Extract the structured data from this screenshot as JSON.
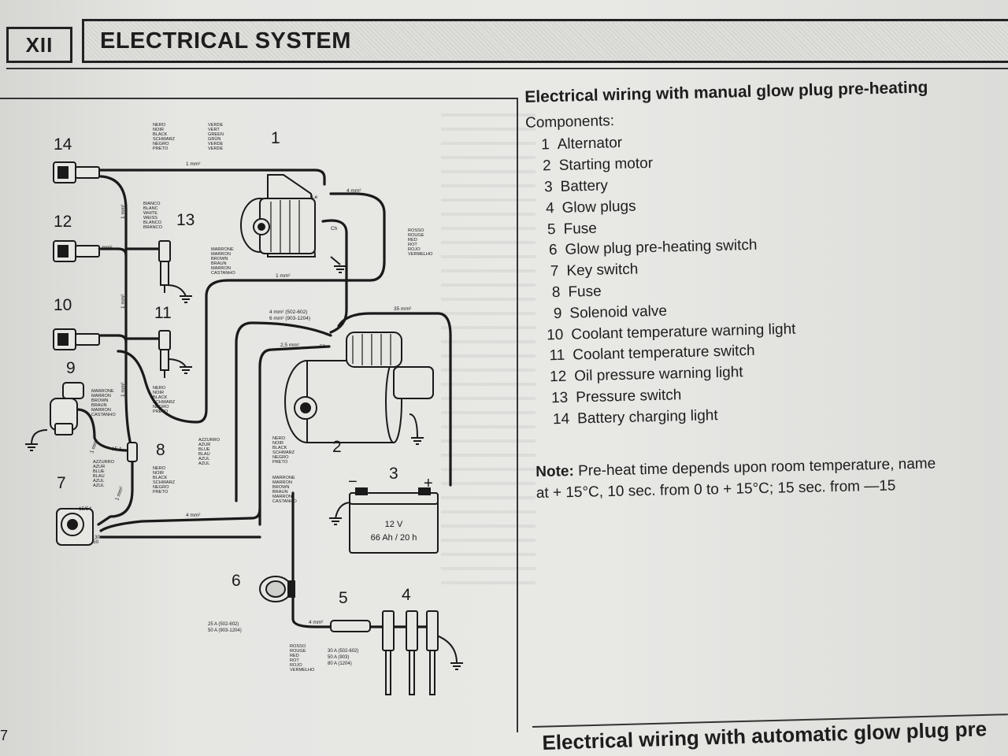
{
  "header": {
    "chapter": "XII",
    "title": "ELECTRICAL SYSTEM"
  },
  "legend": {
    "title": "Electrical wiring with manual glow plug pre-heating",
    "components_heading": "Components:",
    "components": [
      {
        "num": "1",
        "label": "Alternator"
      },
      {
        "num": "2",
        "label": "Starting motor"
      },
      {
        "num": "3",
        "label": "Battery"
      },
      {
        "num": "4",
        "label": "Glow plugs"
      },
      {
        "num": "5",
        "label": "Fuse"
      },
      {
        "num": "6",
        "label": "Glow plug pre-heating switch"
      },
      {
        "num": "7",
        "label": "Key switch"
      },
      {
        "num": "8",
        "label": "Fuse"
      },
      {
        "num": "9",
        "label": "Solenoid valve"
      },
      {
        "num": "10",
        "label": "Coolant temperature warning light"
      },
      {
        "num": "11",
        "label": "Coolant temperature switch"
      },
      {
        "num": "12",
        "label": "Oil pressure warning light"
      },
      {
        "num": "13",
        "label": "Pressure switch"
      },
      {
        "num": "14",
        "label": "Battery charging light"
      }
    ]
  },
  "note": {
    "label": "Note:",
    "line1": "Pre-heat time depends upon room temperature, name",
    "line2": "at  + 15°C, 10 sec. from 0 to  + 15°C; 15 sec. from —15"
  },
  "bottom_text": "Electrical wiring with automatic glow plug pre",
  "page_number": "7",
  "diagram": {
    "component_numbers": [
      "14",
      "12",
      "13",
      "10",
      "11",
      "9",
      "8",
      "7",
      "1",
      "2",
      "3",
      "6",
      "5",
      "4"
    ],
    "battery": {
      "minus": "−",
      "plus": "+",
      "voltage": "12 V",
      "capacity": "66 Ah / 20 h"
    },
    "wire_sizes": {
      "w1": "1 mm²",
      "w2": "1 mm²",
      "w3": "1 mm²",
      "w4": "1 mm²",
      "w5": "1 mm²",
      "w6": "4 mm²",
      "w7": "1 mm²",
      "w8": "2,5 mm²",
      "w9": "35 mm²",
      "w10": "4 mm²",
      "w11": "4 mm²",
      "w12": "1 mm²",
      "w13": "1 mm²",
      "w14": "4 mm²",
      "w15_a": "4 mm² (502-602)",
      "w15_b": "6 mm² (903-1204)"
    },
    "terminals": {
      "le": "Le",
      "ch": "Ch",
      "t50": "50",
      "t30": "30",
      "t1554": "15/54",
      "t50b": "50",
      "t15a": "15 A"
    },
    "fuse_ratings_6": [
      "25 A (502-602)",
      "50 A (903-1204)"
    ],
    "fuse_ratings_5": [
      "30 A (502-602)",
      "50 A (903)",
      "80 A (1204)"
    ],
    "color_labels": {
      "black": [
        "NERO",
        "NOIR",
        "BLACK",
        "SCHWARZ",
        "NEGRO",
        "PRETO"
      ],
      "green": [
        "VERDE",
        "VERT",
        "GREEN",
        "GRÜN",
        "VERDE",
        "VERDE"
      ],
      "white": [
        "BIANCO",
        "BLANC",
        "WHITE",
        "WEISS",
        "BLANCO",
        "BRANCO"
      ],
      "brown_top": [
        "MARRONE",
        "MARRON",
        "BROWN",
        "BRAUN",
        "MARRON",
        "CASTANHO"
      ],
      "red_top": [
        "ROSSO",
        "ROUGE",
        "RED",
        "ROT",
        "ROJO",
        "VERMELHO"
      ],
      "brown_left": [
        "MARRONE",
        "MARRON",
        "BROWN",
        "BRAUN",
        "MARRON",
        "CASTANHO"
      ],
      "black_left": [
        "NERO",
        "NOIR",
        "BLACK",
        "SCHWARZ",
        "NEGRO",
        "PRETO"
      ],
      "blue_mid": [
        "AZZURRO",
        "AZUR",
        "BLUE",
        "BLAU",
        "AZUL",
        "AZUL"
      ],
      "black_mid": [
        "NERO",
        "NOIR",
        "BLACK",
        "SCHWARZ",
        "NEGRO",
        "PRETO"
      ],
      "blue_left": [
        "AZZURRO",
        "AZUR",
        "BLUE",
        "BLAU",
        "AZUL",
        "AZUL"
      ],
      "black_left2": [
        "NERO",
        "NOIR",
        "BLACK",
        "SCHWARZ",
        "NEGRO",
        "PRETO"
      ],
      "brown_mid": [
        "MARRONE",
        "MARRON",
        "BROWN",
        "BRAUN",
        "MARRON",
        "CASTANHO"
      ],
      "red_bottom": [
        "ROSSO",
        "ROUGE",
        "RED",
        "ROT",
        "ROJO",
        "VERMELHO"
      ]
    }
  }
}
